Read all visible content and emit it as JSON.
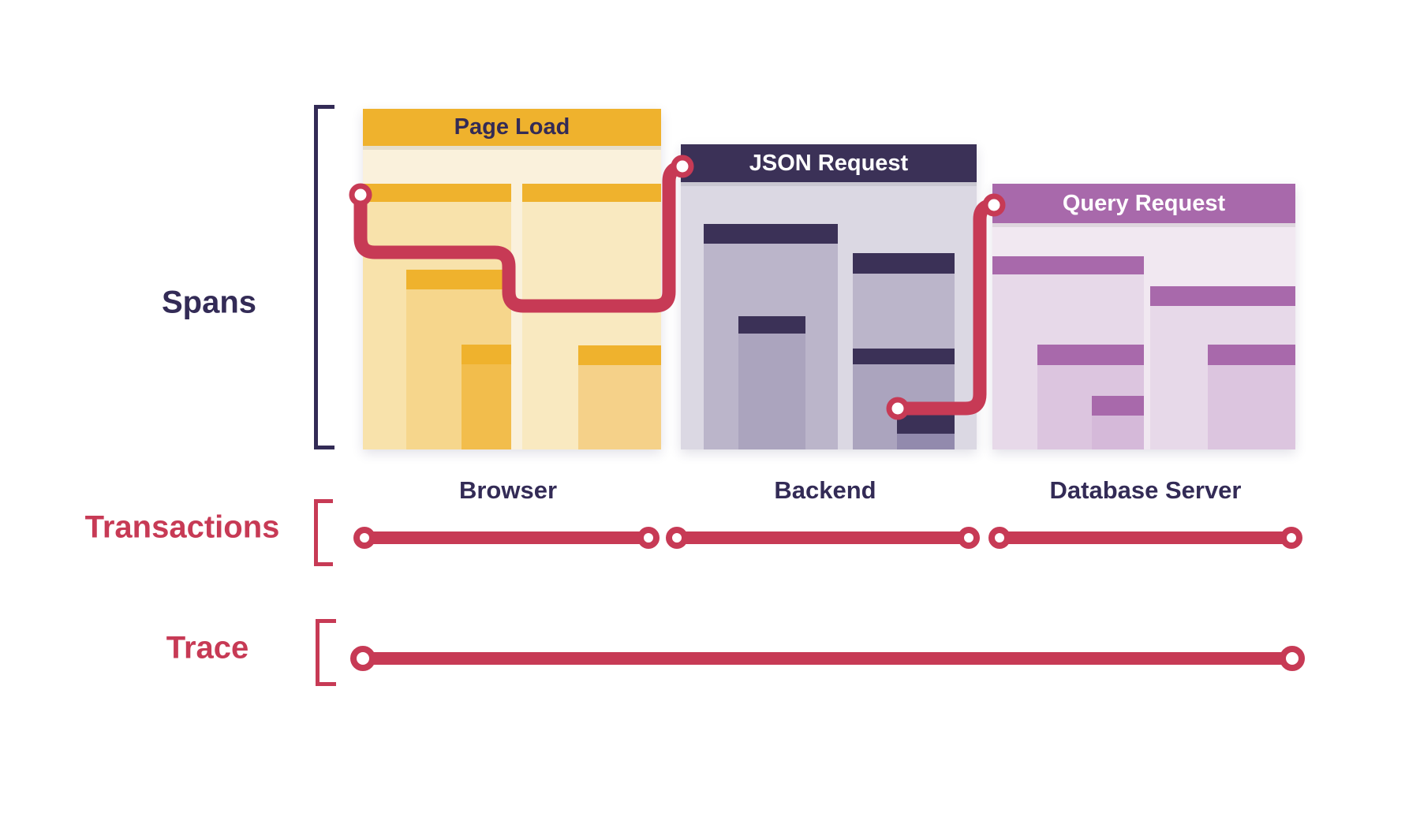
{
  "rows": {
    "spans_label": "Spans",
    "transactions_label": "Transactions",
    "trace_label": "Trace"
  },
  "panels": {
    "pageload": {
      "title": "Page Load",
      "machine": "Browser",
      "accent": "#EFB22D",
      "background": "#FAF1DC",
      "title_color": "#332B56"
    },
    "json": {
      "title": "JSON Request",
      "machine": "Backend",
      "accent": "#3B3157",
      "background": "#DBD8E3",
      "title_color": "#FFFFFF"
    },
    "query": {
      "title": "Query Request",
      "machine": "Database Server",
      "accent": "#A869AB",
      "background": "#F1E8F1",
      "title_color": "#FFFFFF"
    }
  },
  "colors": {
    "red": "#C73A55",
    "navy": "#332B56",
    "gold": "#EFB22D",
    "gold-panel-bg": "#FAF1DC",
    "json-header": "#3B3157",
    "json-panel-bg": "#DBD8E3",
    "query-header": "#A869AB",
    "query-panel-bg": "#F1E8F1",
    "white": "#FFFFFF"
  }
}
